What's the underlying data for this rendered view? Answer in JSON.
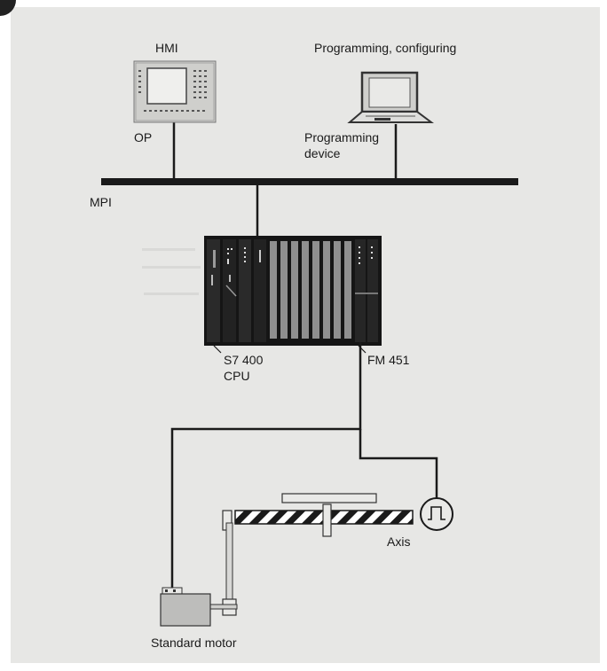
{
  "labels": {
    "hmi": "HMI",
    "op": "OP",
    "programming_configuring": "Programming, configuring",
    "programming_device_line1": "Programming",
    "programming_device_line2": "device",
    "mpi": "MPI",
    "cpu_line1": "S7 400",
    "cpu_line2": "CPU",
    "fm": "FM 451",
    "axis": "Axis",
    "motor": "Standard motor"
  },
  "colors": {
    "background": "#e7e7e5",
    "line": "#1a1a1a",
    "device_panel": "#c9c9c6",
    "rack": "#151515",
    "io_module": "#8f8f8f"
  },
  "icons": [
    "operator-panel-icon",
    "laptop-icon",
    "plc-rack-icon",
    "encoder-icon",
    "motor-icon",
    "axis-slide-icon"
  ]
}
